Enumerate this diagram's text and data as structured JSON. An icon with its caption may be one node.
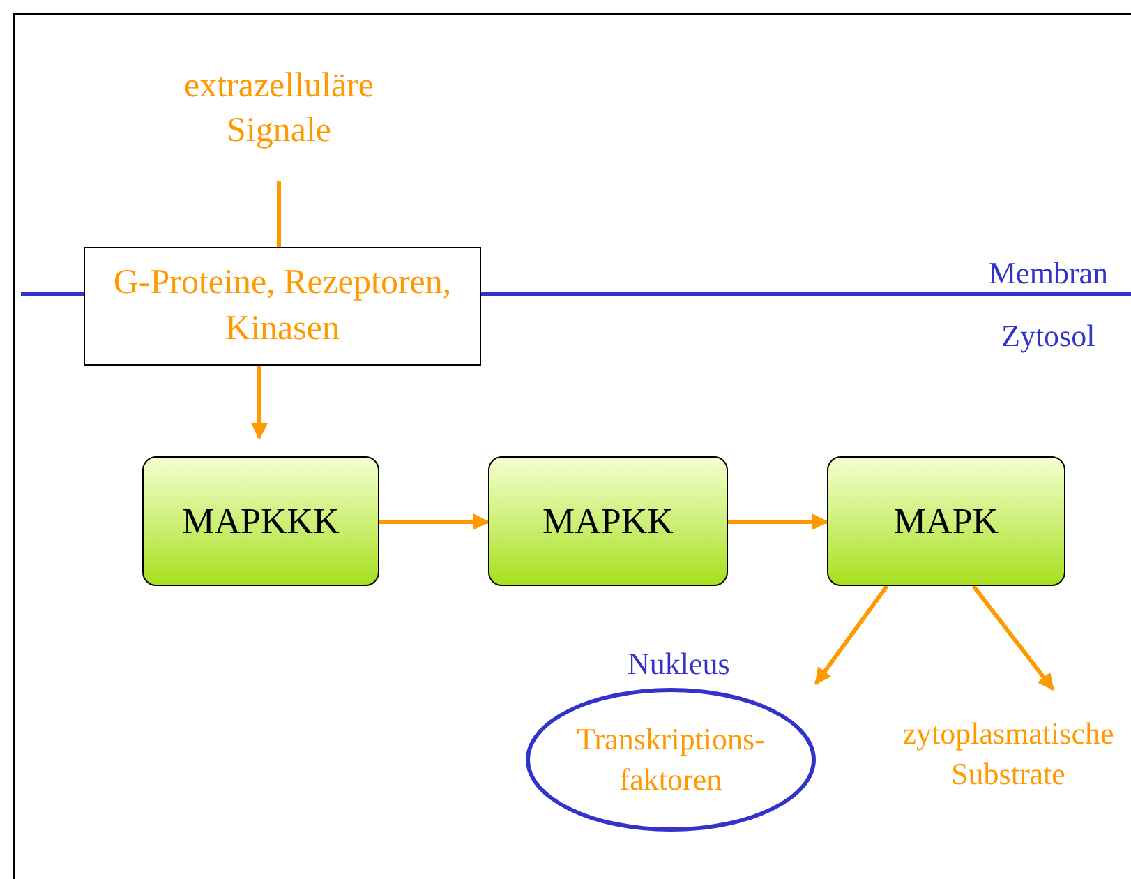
{
  "diagram": {
    "nodes": [
      {
        "text": [
          "extrazelluläre Signale"
        ]
      },
      {
        "text": [
          "G-Proteine, Rezeptoren, Kinasen"
        ]
      },
      {
        "text": [
          "MAPKKK"
        ]
      },
      {
        "text": [
          "MAPKK"
        ]
      },
      {
        "text": [
          "MAPK"
        ]
      },
      {
        "text": [
          "Transkriptions- faktoren"
        ],
        "beside": [
          "Nukleus"
        ]
      },
      {
        "text": [
          "zytoplasmatische Substrate"
        ]
      }
    ],
    "edges": [
      {
        "from": 0,
        "to": 1,
        "arrow": "none"
      },
      {
        "from": 1,
        "to": 2,
        "arrow": "to"
      },
      {
        "from": 2,
        "to": 3,
        "arrow": "to"
      },
      {
        "from": 3,
        "to": 4,
        "arrow": "to"
      },
      {
        "from": 4,
        "to": 5,
        "arrow": "to"
      },
      {
        "from": 4,
        "to": 6,
        "arrow": "to"
      }
    ],
    "labels": [
      "Membran",
      "Zytosol"
    ]
  }
}
